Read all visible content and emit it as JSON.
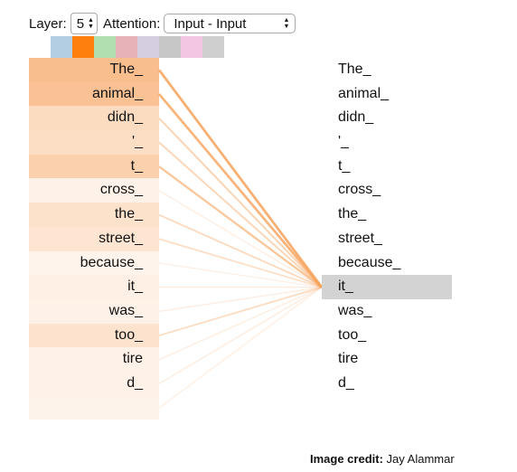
{
  "controls": {
    "layer_label": "Layer:",
    "layer_value": "5",
    "attention_label": "Attention:",
    "attention_value": "Input - Input"
  },
  "head_colors": [
    "#b3cde3",
    "#ff7f0e",
    "#b2dfb0",
    "#e8b3b8",
    "#d5cde0",
    "#c7c7c7",
    "#f3c6e4",
    "#cfcfcf"
  ],
  "selected_head": 1,
  "accent_color": "#f7a35c",
  "tokens": [
    "The_",
    "animal_",
    "didn_",
    "'_",
    "t_",
    "cross_",
    "the_",
    "street_",
    "because_",
    "it_",
    "was_",
    "too_",
    "tire",
    "d_",
    ""
  ],
  "query_token_index": 9,
  "attention_weights": [
    0.62,
    0.58,
    0.3,
    0.28,
    0.42,
    0.06,
    0.24,
    0.2,
    0.04,
    0.08,
    0.06,
    0.22,
    0.06,
    0.07,
    0.05
  ],
  "credit": {
    "label": "Image credit:",
    "author": "Jay Alammar"
  }
}
